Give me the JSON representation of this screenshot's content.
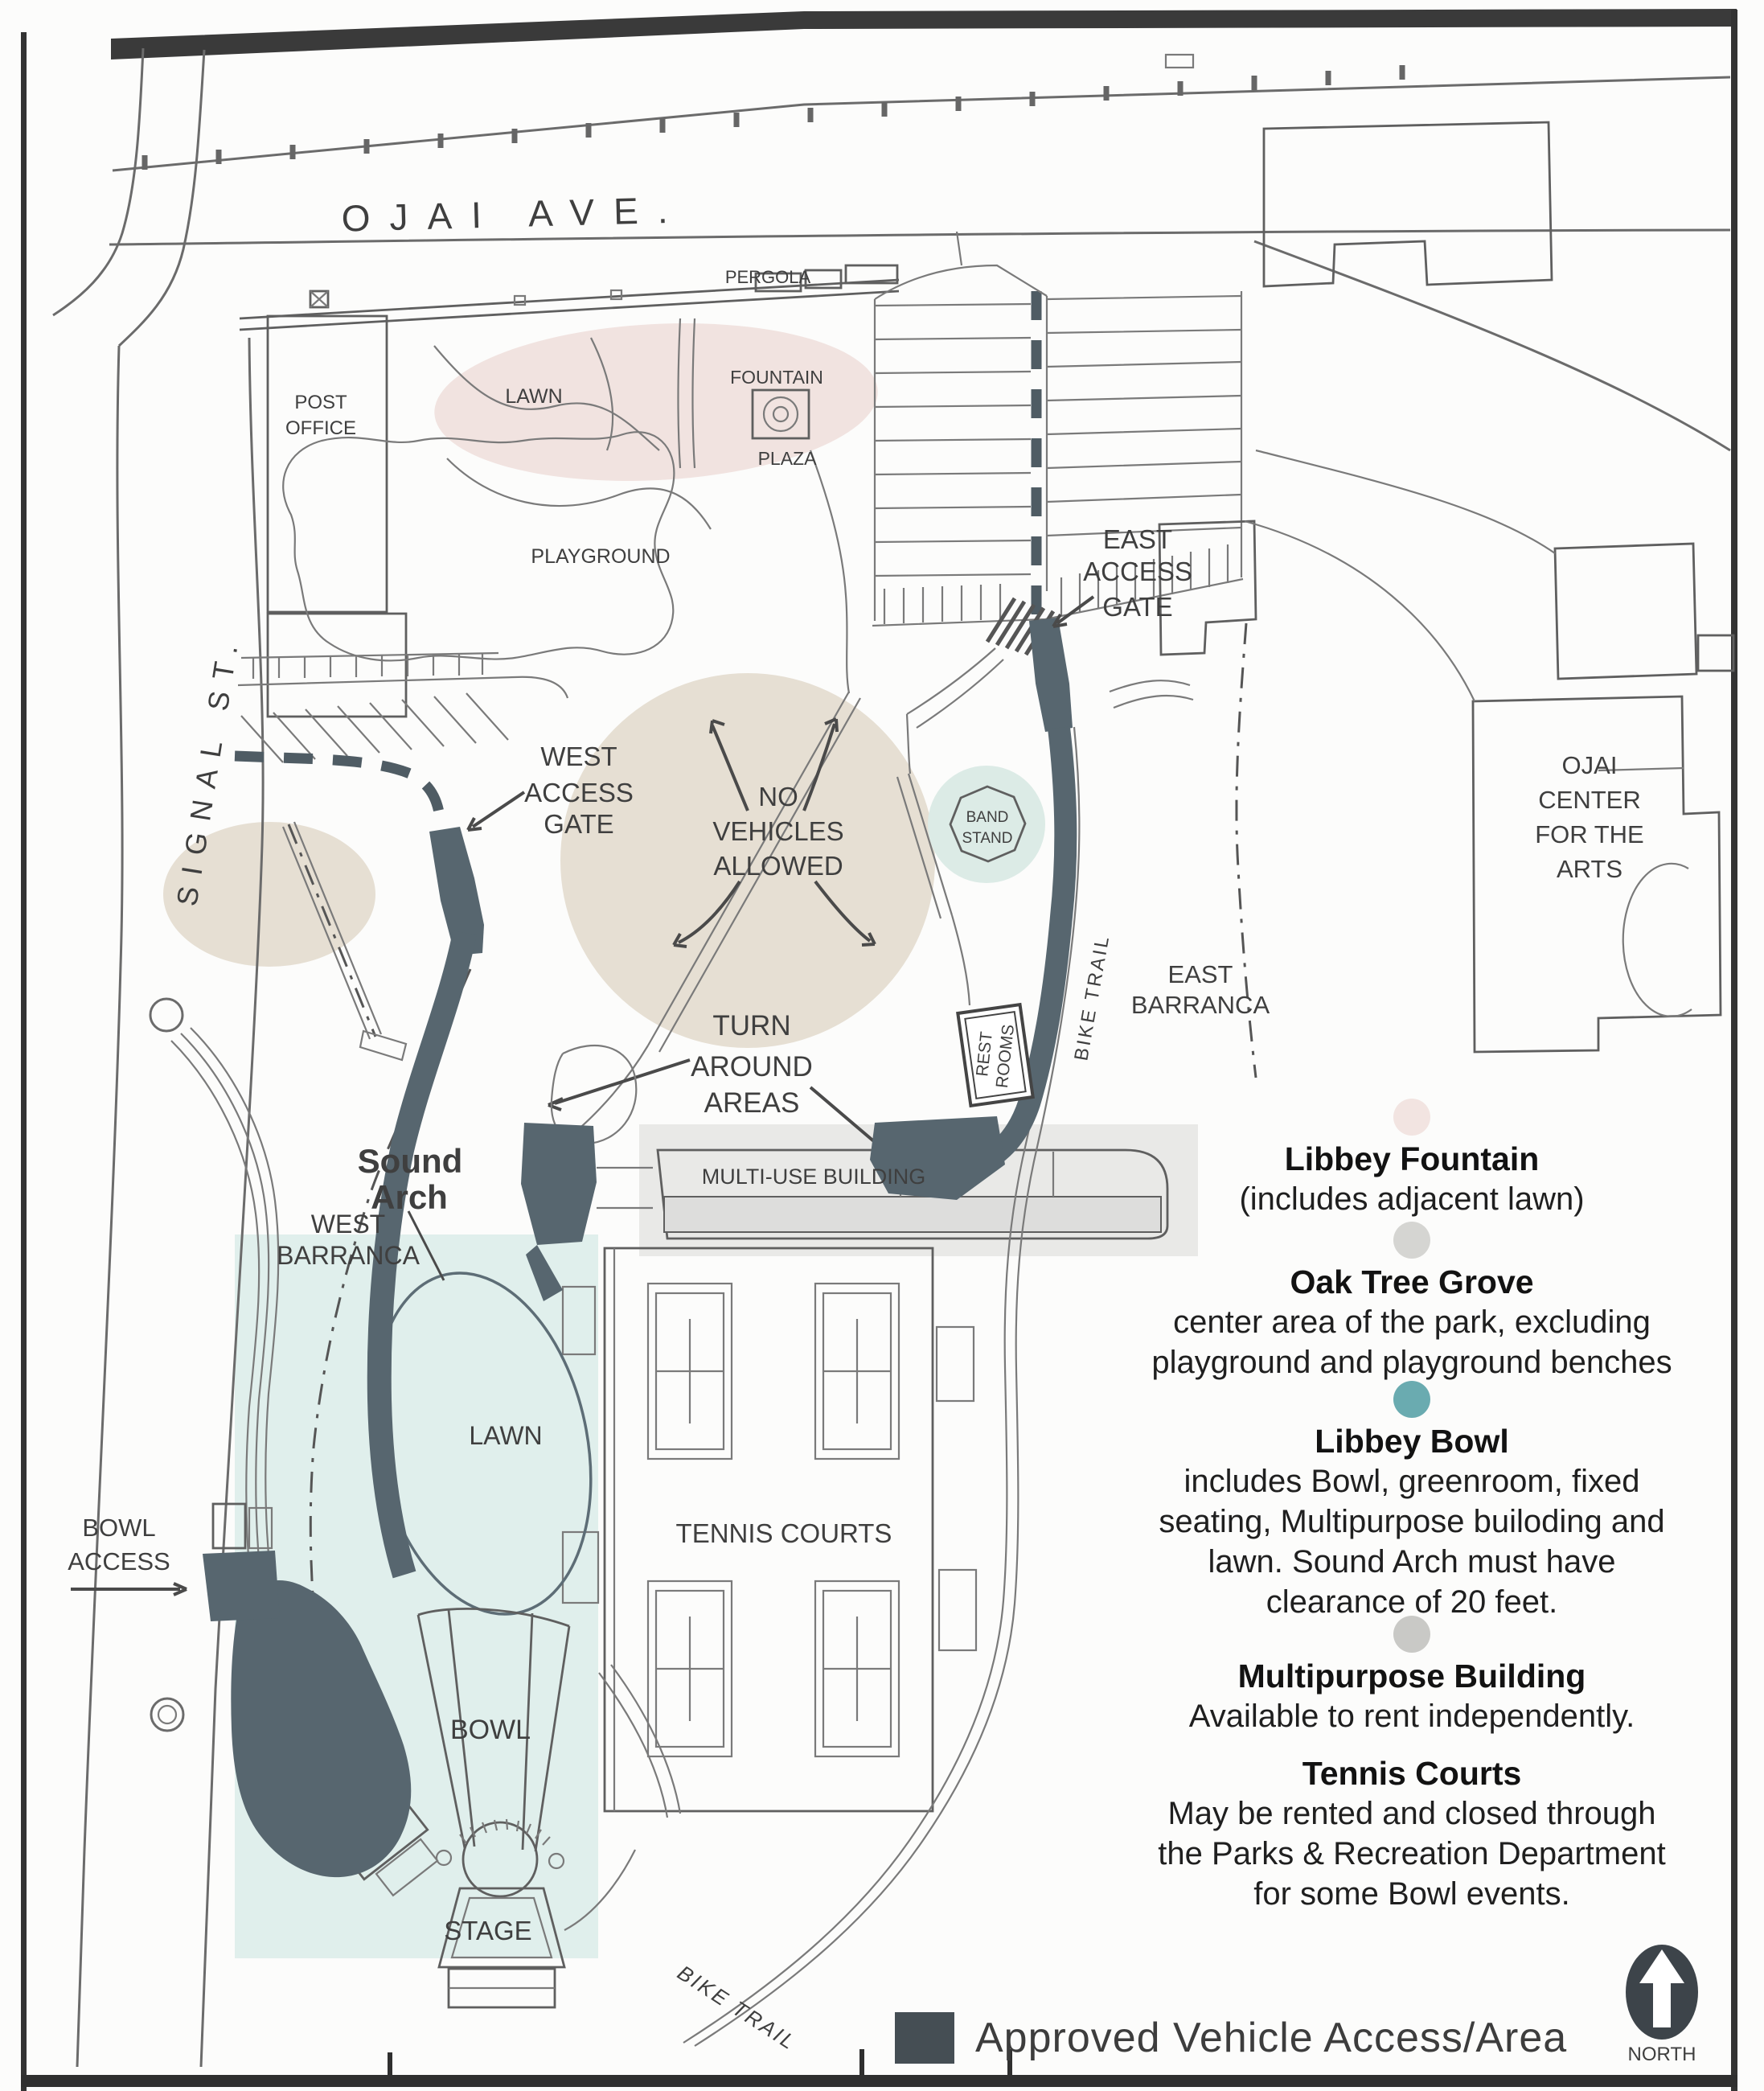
{
  "title": "Libbey Park facility map",
  "labels": {
    "ojai_ave": "OJAI AVE.",
    "signal_st": "SIGNAL ST.",
    "pergola": "PERGOLA",
    "post_office": [
      "POST",
      "OFFICE"
    ],
    "lawn_north": "LAWN",
    "fountain": "FOUNTAIN",
    "plaza": "PLAZA",
    "playground": "PLAYGROUND",
    "east_access_gate": [
      "EAST",
      "ACCESS",
      "GATE"
    ],
    "west_access_gate": [
      "WEST",
      "ACCESS",
      "GATE"
    ],
    "no_vehicles": [
      "NO",
      "VEHICLES",
      "ALLOWED"
    ],
    "turn_around": [
      "TURN",
      "AROUND",
      "AREAS"
    ],
    "band_stand": [
      "BAND",
      "STAND"
    ],
    "bike_trail_east": "BIKE TRAIL",
    "bike_trail_south": "BIKE TRAIL",
    "rest_rooms": [
      "REST",
      "ROOMS"
    ],
    "east_barranca": [
      "EAST",
      "BARRANCA"
    ],
    "west_barranca": [
      "WEST",
      "BARRANCA"
    ],
    "ojai_center": [
      "OJAI",
      "CENTER",
      "FOR THE",
      "ARTS"
    ],
    "sound_arch": [
      "Sound",
      "Arch"
    ],
    "multi_use_building": "MULTI-USE BUILDING",
    "tennis_courts": "TENNIS COURTS",
    "bowl_access": [
      "BOWL",
      "ACCESS"
    ],
    "lawn_bowl": "LAWN",
    "bowl": "BOWL",
    "stage": "STAGE",
    "north": "NORTH"
  },
  "legend": {
    "items": [
      {
        "dot_color": "#f2e4e1",
        "title": "Libbey Fountain",
        "lines": [
          "(includes adjacent lawn)"
        ]
      },
      {
        "dot_color": "#d5d5d2",
        "title": "Oak Tree Grove",
        "lines": [
          "center area of the park, excluding",
          "playground and playground benches"
        ]
      },
      {
        "dot_color": "#6aabb0",
        "title": "Libbey Bowl",
        "lines": [
          "includes Bowl, greenroom, fixed",
          "seating, Multipurpose builoding and",
          "lawn. Sound Arch must have",
          "clearance of 20 feet."
        ]
      },
      {
        "dot_color": "#c9c9c6",
        "title": "Multipurpose Building",
        "lines": [
          "Available to rent independently."
        ]
      },
      {
        "dot_color": null,
        "title": "Tennis Courts",
        "lines": [
          "May be rented and closed through",
          "the Parks & Recreation Department",
          "for some Bowl events."
        ]
      }
    ],
    "vehicle": {
      "label": "Approved Vehicle Access/Area",
      "swatch_color": "#454e54"
    }
  },
  "colors": {
    "pink_overlay": "#f1e3e0",
    "beige_overlay": "#e6dfd3",
    "teal_overlay": "#e0efec",
    "bandstand_overlay": "#dcebe6",
    "vehicle_access_path": "#57666f",
    "multiuse_panel": "#e9e9e7"
  }
}
